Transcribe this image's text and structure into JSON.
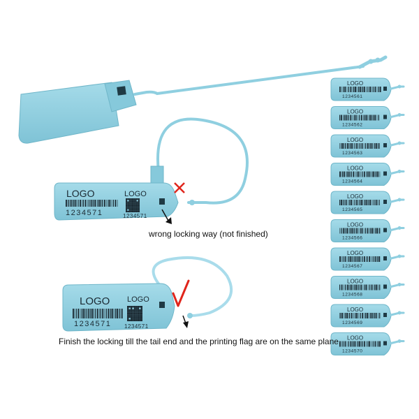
{
  "colors": {
    "tag": "#8fcfe0",
    "tag_edge": "#6fb6c9",
    "tag_dark": "#5fa7ba",
    "print": "#1b2a33",
    "wrong_mark": "#e0251b",
    "right_mark": "#e0251b",
    "arrow": "#111111"
  },
  "icons": {
    "wrong": "cross-mark-icon",
    "right": "check-mark-icon"
  },
  "tag_wrong": {
    "logo": "LOGO",
    "logo_qr": "LOGO",
    "number": "1234571",
    "qr_number": "1234571"
  },
  "tag_right": {
    "logo": "LOGO",
    "logo_qr": "LOGO",
    "number": "1234571",
    "qr_number": "1234571"
  },
  "caption_wrong": "wrong locking way (not finished)",
  "caption_right": "Finish the locking till the tail end and the printing flag are on the same plane.",
  "strip": {
    "logo": "LOGO",
    "numbers": [
      "1234561",
      "1234562",
      "1234563",
      "1234564",
      "1234565",
      "1234566",
      "1234567",
      "1234568",
      "1234569",
      "1234570"
    ]
  }
}
